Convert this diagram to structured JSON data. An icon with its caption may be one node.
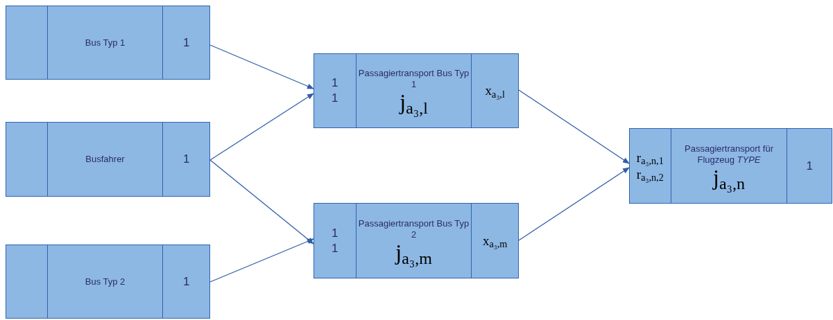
{
  "diagram": {
    "nodes": [
      {
        "text": [
          "Bus Typ 1",
          "1"
        ]
      },
      {
        "text": [
          "Busfahrer",
          "1"
        ]
      },
      {
        "text": [
          "Bus Typ 2",
          "1"
        ]
      },
      {
        "text": [
          "1",
          "1",
          "Passagiertransport Bus Typ 1",
          "j$_{a₃,l}$",
          "x$_{a₃,l}$"
        ]
      },
      {
        "text": [
          "1",
          "1",
          "Passagiertransport Bus Typ 2",
          "j$_{a₃,m}$",
          "x$_{a₃,m}$"
        ]
      },
      {
        "text": [
          "r$_{a₃,n,1}$",
          "r$_{a₃,n,2}$",
          "Passagiertransport für Flugzeug *TYPE*",
          "j$_{a₃,n}$",
          "1"
        ]
      }
    ],
    "edges": [
      {
        "from": 0,
        "to": 3,
        "arrow": "to"
      },
      {
        "from": 1,
        "to": 3,
        "arrow": "to"
      },
      {
        "from": 1,
        "to": 4,
        "arrow": "to"
      },
      {
        "from": 2,
        "to": 4,
        "arrow": "to"
      },
      {
        "from": 3,
        "to": 5,
        "arrow": "to"
      },
      {
        "from": 4,
        "to": 5,
        "arrow": "to"
      }
    ]
  }
}
